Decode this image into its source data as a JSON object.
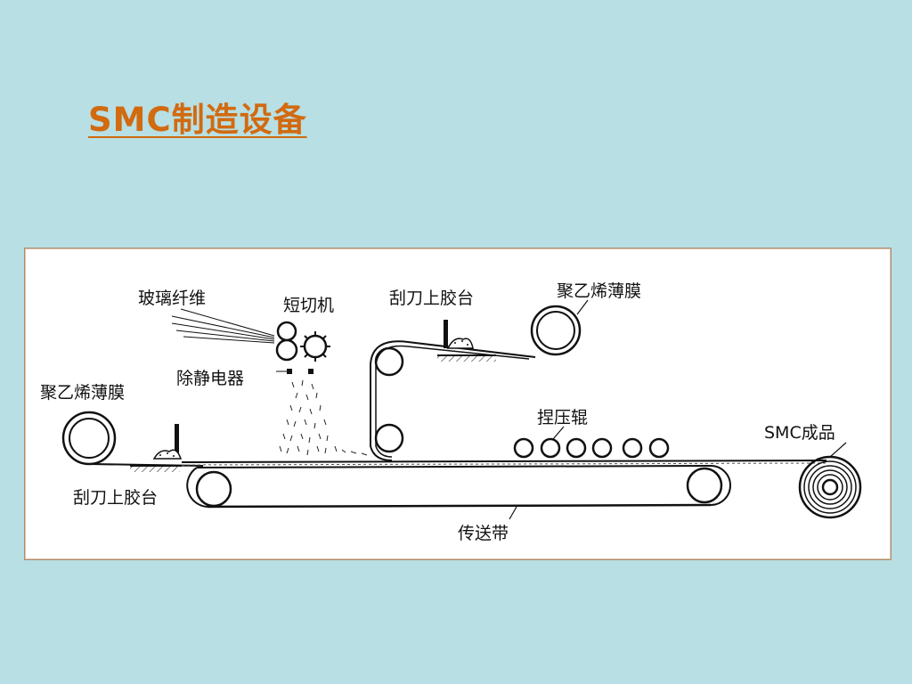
{
  "slide": {
    "title": "SMC制造设备"
  },
  "diagram": {
    "labels": {
      "glass_fiber": "玻璃纤维",
      "chopper": "短切机",
      "doctor_blade_top": "刮刀上胶台",
      "pe_film_top": "聚乙烯薄膜",
      "pe_film_left": "聚乙烯薄膜",
      "static_eliminator": "除静电器",
      "compaction_rollers": "捏压辊",
      "smc_product": "SMC成品",
      "doctor_blade_bottom": "刮刀上胶台",
      "conveyor_belt": "传送带"
    }
  }
}
